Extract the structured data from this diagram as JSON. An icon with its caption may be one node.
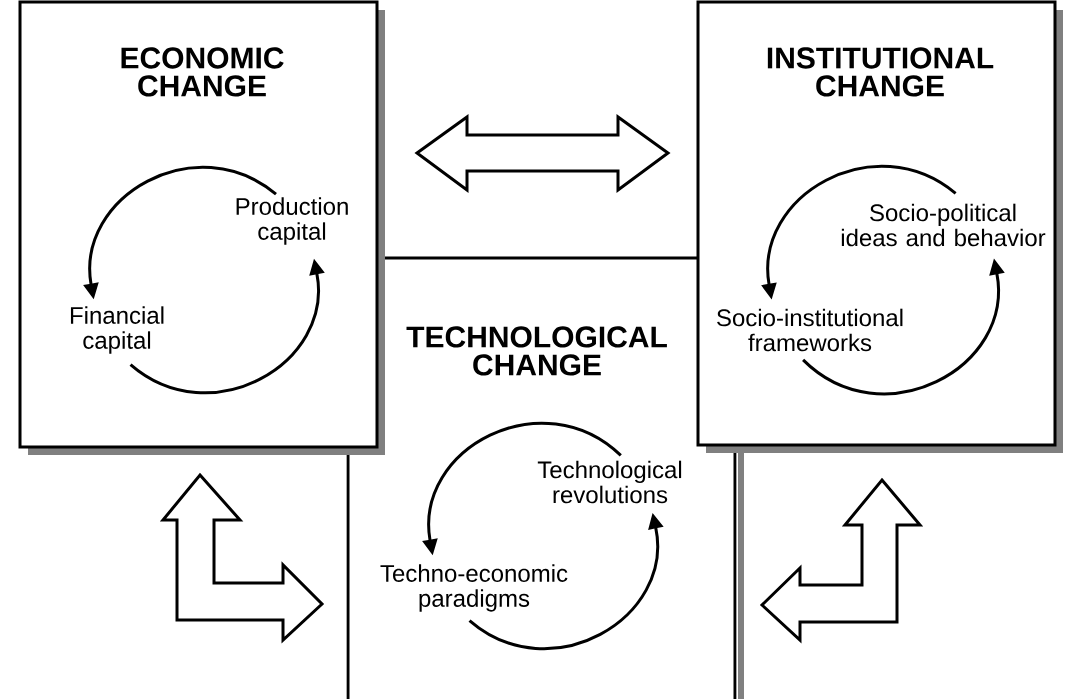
{
  "diagram": {
    "nodes": [
      {
        "text": [
          "ECONOMIC CHANGE"
        ]
      },
      {
        "text": [
          "Production capital"
        ],
        "in": 0
      },
      {
        "text": [
          "Financial capital"
        ],
        "in": 0
      },
      {
        "text": [
          "INSTITUTIONAL CHANGE"
        ]
      },
      {
        "text": [
          "Socio-political ideas and behavior"
        ],
        "in": 3
      },
      {
        "text": [
          "Socio-institutional frameworks"
        ],
        "in": 3
      },
      {
        "text": [
          "TECHNOLOGICAL CHANGE"
        ]
      },
      {
        "text": [
          "Technological revolutions"
        ],
        "in": 6
      },
      {
        "text": [
          "Techno-economic paradigms"
        ],
        "in": 6
      }
    ],
    "edges": [
      {
        "from": 1,
        "to": 2,
        "arrow": "to"
      },
      {
        "from": 2,
        "to": 1,
        "arrow": "to"
      },
      {
        "from": 4,
        "to": 5,
        "arrow": "to"
      },
      {
        "from": 5,
        "to": 4,
        "arrow": "to"
      },
      {
        "from": 7,
        "to": 8,
        "arrow": "to"
      },
      {
        "from": 8,
        "to": 7,
        "arrow": "to"
      },
      {
        "from": 0,
        "to": 3,
        "arrow": "both"
      },
      {
        "from": 0,
        "to": 6,
        "arrow": "both"
      },
      {
        "from": 3,
        "to": 6,
        "arrow": "both"
      }
    ]
  }
}
